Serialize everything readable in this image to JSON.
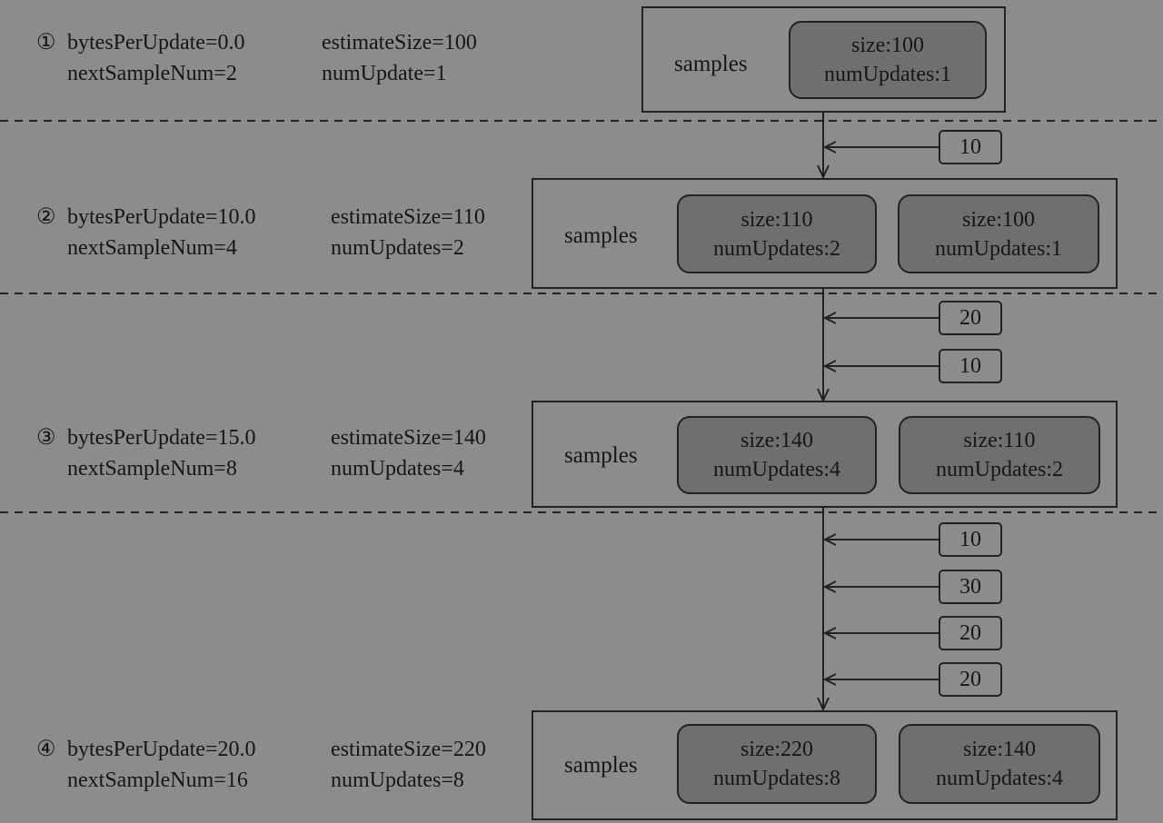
{
  "stages": [
    {
      "marker": "①",
      "bytesPerUpdate": "bytesPerUpdate=0.0",
      "estimateSize": "estimateSize=100",
      "nextSampleNum": "nextSampleNum=2",
      "numUpdates": "numUpdate=1",
      "panel_label": "samples",
      "samples": [
        {
          "size": "size:100",
          "numUpdates": "numUpdates:1"
        }
      ]
    },
    {
      "marker": "②",
      "bytesPerUpdate": "bytesPerUpdate=10.0",
      "estimateSize": "estimateSize=110",
      "nextSampleNum": "nextSampleNum=4",
      "numUpdates": "numUpdates=2",
      "panel_label": "samples",
      "samples": [
        {
          "size": "size:110",
          "numUpdates": "numUpdates:2"
        },
        {
          "size": "size:100",
          "numUpdates": "numUpdates:1"
        }
      ]
    },
    {
      "marker": "③",
      "bytesPerUpdate": "bytesPerUpdate=15.0",
      "estimateSize": "estimateSize=140",
      "nextSampleNum": "nextSampleNum=8",
      "numUpdates": "numUpdates=4",
      "panel_label": "samples",
      "samples": [
        {
          "size": "size:140",
          "numUpdates": "numUpdates:4"
        },
        {
          "size": "size:110",
          "numUpdates": "numUpdates:2"
        }
      ]
    },
    {
      "marker": "④",
      "bytesPerUpdate": "bytesPerUpdate=20.0",
      "estimateSize": "estimateSize=220",
      "nextSampleNum": "nextSampleNum=16",
      "numUpdates": "numUpdates=8",
      "panel_label": "samples",
      "samples": [
        {
          "size": "size:220",
          "numUpdates": "numUpdates:8"
        },
        {
          "size": "size:140",
          "numUpdates": "numUpdates:4"
        }
      ]
    }
  ],
  "updates": [
    [
      "10"
    ],
    [
      "20",
      "10"
    ],
    [
      "10",
      "30",
      "20",
      "20"
    ]
  ]
}
